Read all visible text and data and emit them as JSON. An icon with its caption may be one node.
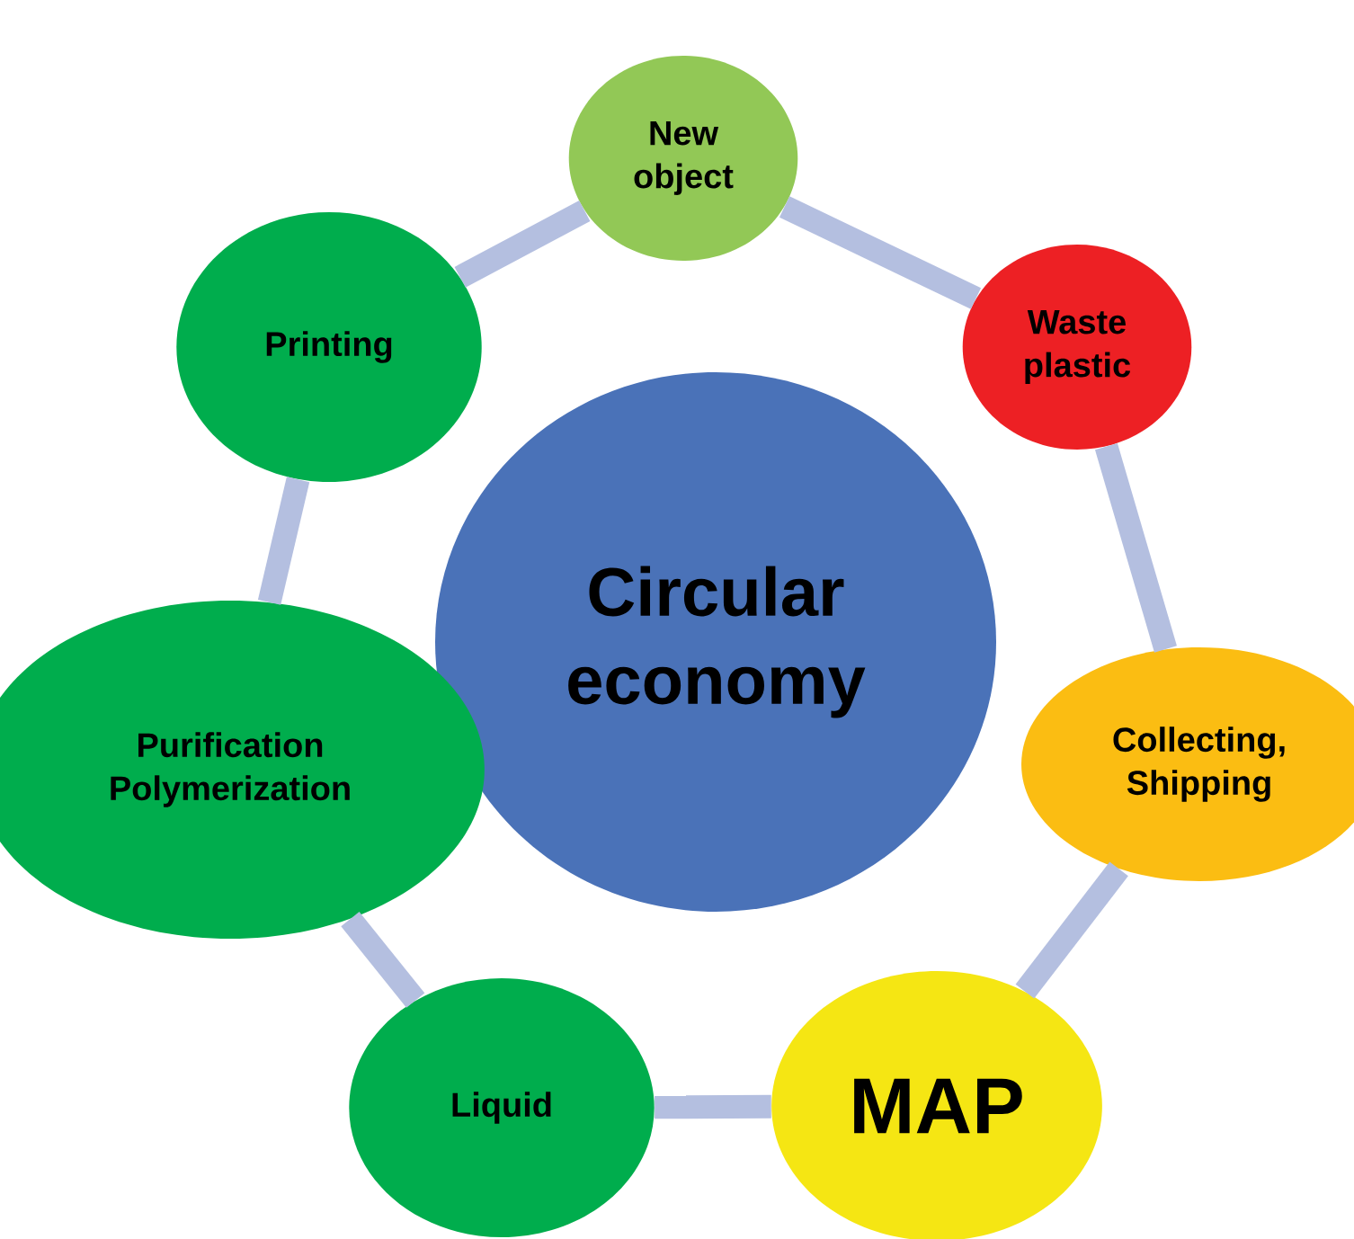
{
  "diagram": {
    "nodes": [
      {
        "text": [
          "Circular economy"
        ]
      },
      {
        "text": [
          "New object"
        ]
      },
      {
        "text": [
          "Waste plastic"
        ]
      },
      {
        "text": [
          "Collecting, Shipping"
        ]
      },
      {
        "text": [
          "MAP"
        ]
      },
      {
        "text": [
          "Liquid"
        ]
      },
      {
        "text": [
          "Purification Polymerization"
        ]
      },
      {
        "text": [
          "Printing"
        ]
      }
    ],
    "edges": [
      {
        "from": 1,
        "to": 2,
        "arrow": "none"
      },
      {
        "from": 2,
        "to": 3,
        "arrow": "none"
      },
      {
        "from": 3,
        "to": 4,
        "arrow": "none"
      },
      {
        "from": 4,
        "to": 5,
        "arrow": "none"
      },
      {
        "from": 5,
        "to": 6,
        "arrow": "none"
      },
      {
        "from": 6,
        "to": 7,
        "arrow": "none"
      },
      {
        "from": 7,
        "to": 1,
        "arrow": "none"
      }
    ]
  }
}
